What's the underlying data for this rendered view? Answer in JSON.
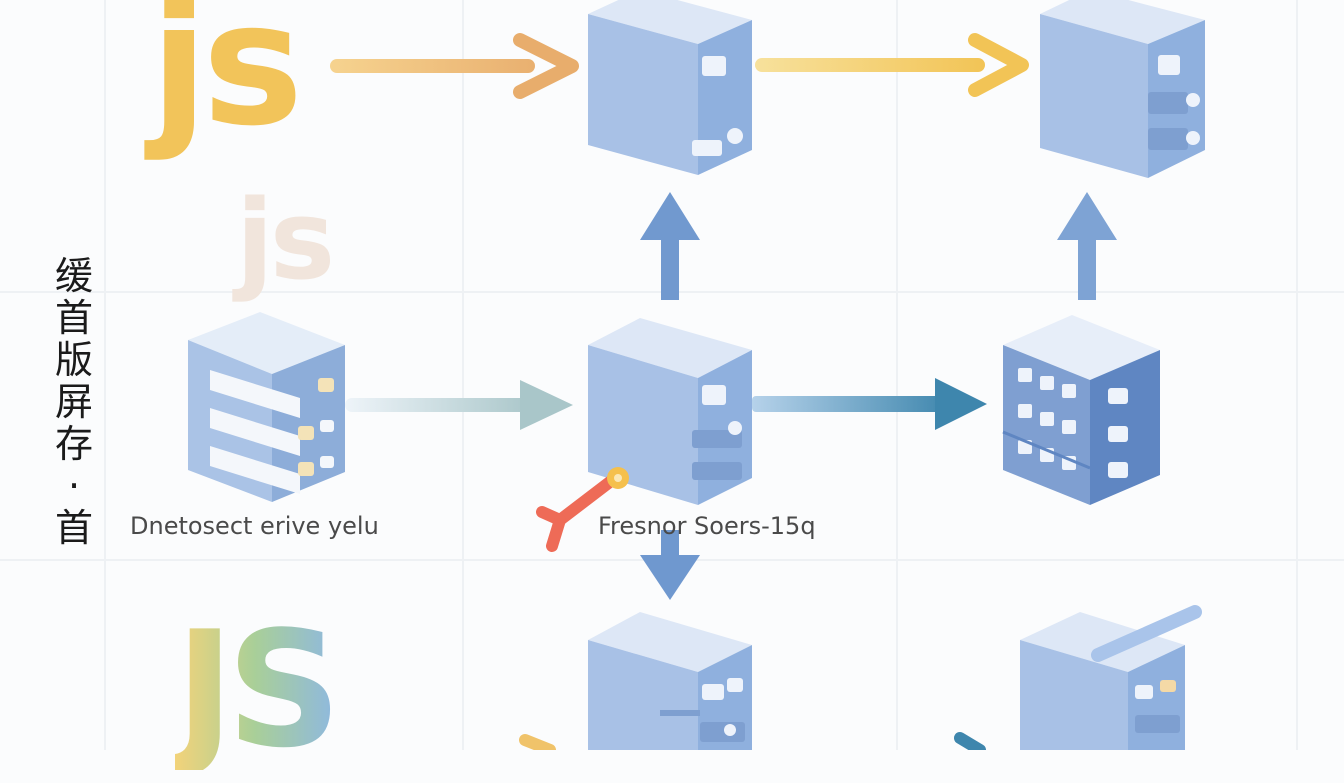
{
  "vertical_title": "缓首版屏存·首",
  "logos": {
    "js_top": "js",
    "js_faded": "js",
    "js_bottom": "JS"
  },
  "captions": {
    "left": "Dnetosect erive yelu",
    "center": "Fresnor Soers-15q"
  },
  "icons": [
    "js-logo-icon",
    "server-icon",
    "database-icon",
    "building-icon",
    "wrench-icon",
    "arrow-icon"
  ],
  "colors": {
    "server_light": "#c7d6ee",
    "server_mid": "#a9c1e6",
    "server_dark": "#7f9fd1",
    "arrow_blue": "#6e95cc",
    "arrow_teal": "#4d8fb6",
    "arrow_yellow": "#f4cc6a",
    "arrow_orange": "#ebb06f",
    "js_yellow": "#f2c45a",
    "wrench_red": "#ee6b57",
    "background": "#fbfcfd"
  }
}
